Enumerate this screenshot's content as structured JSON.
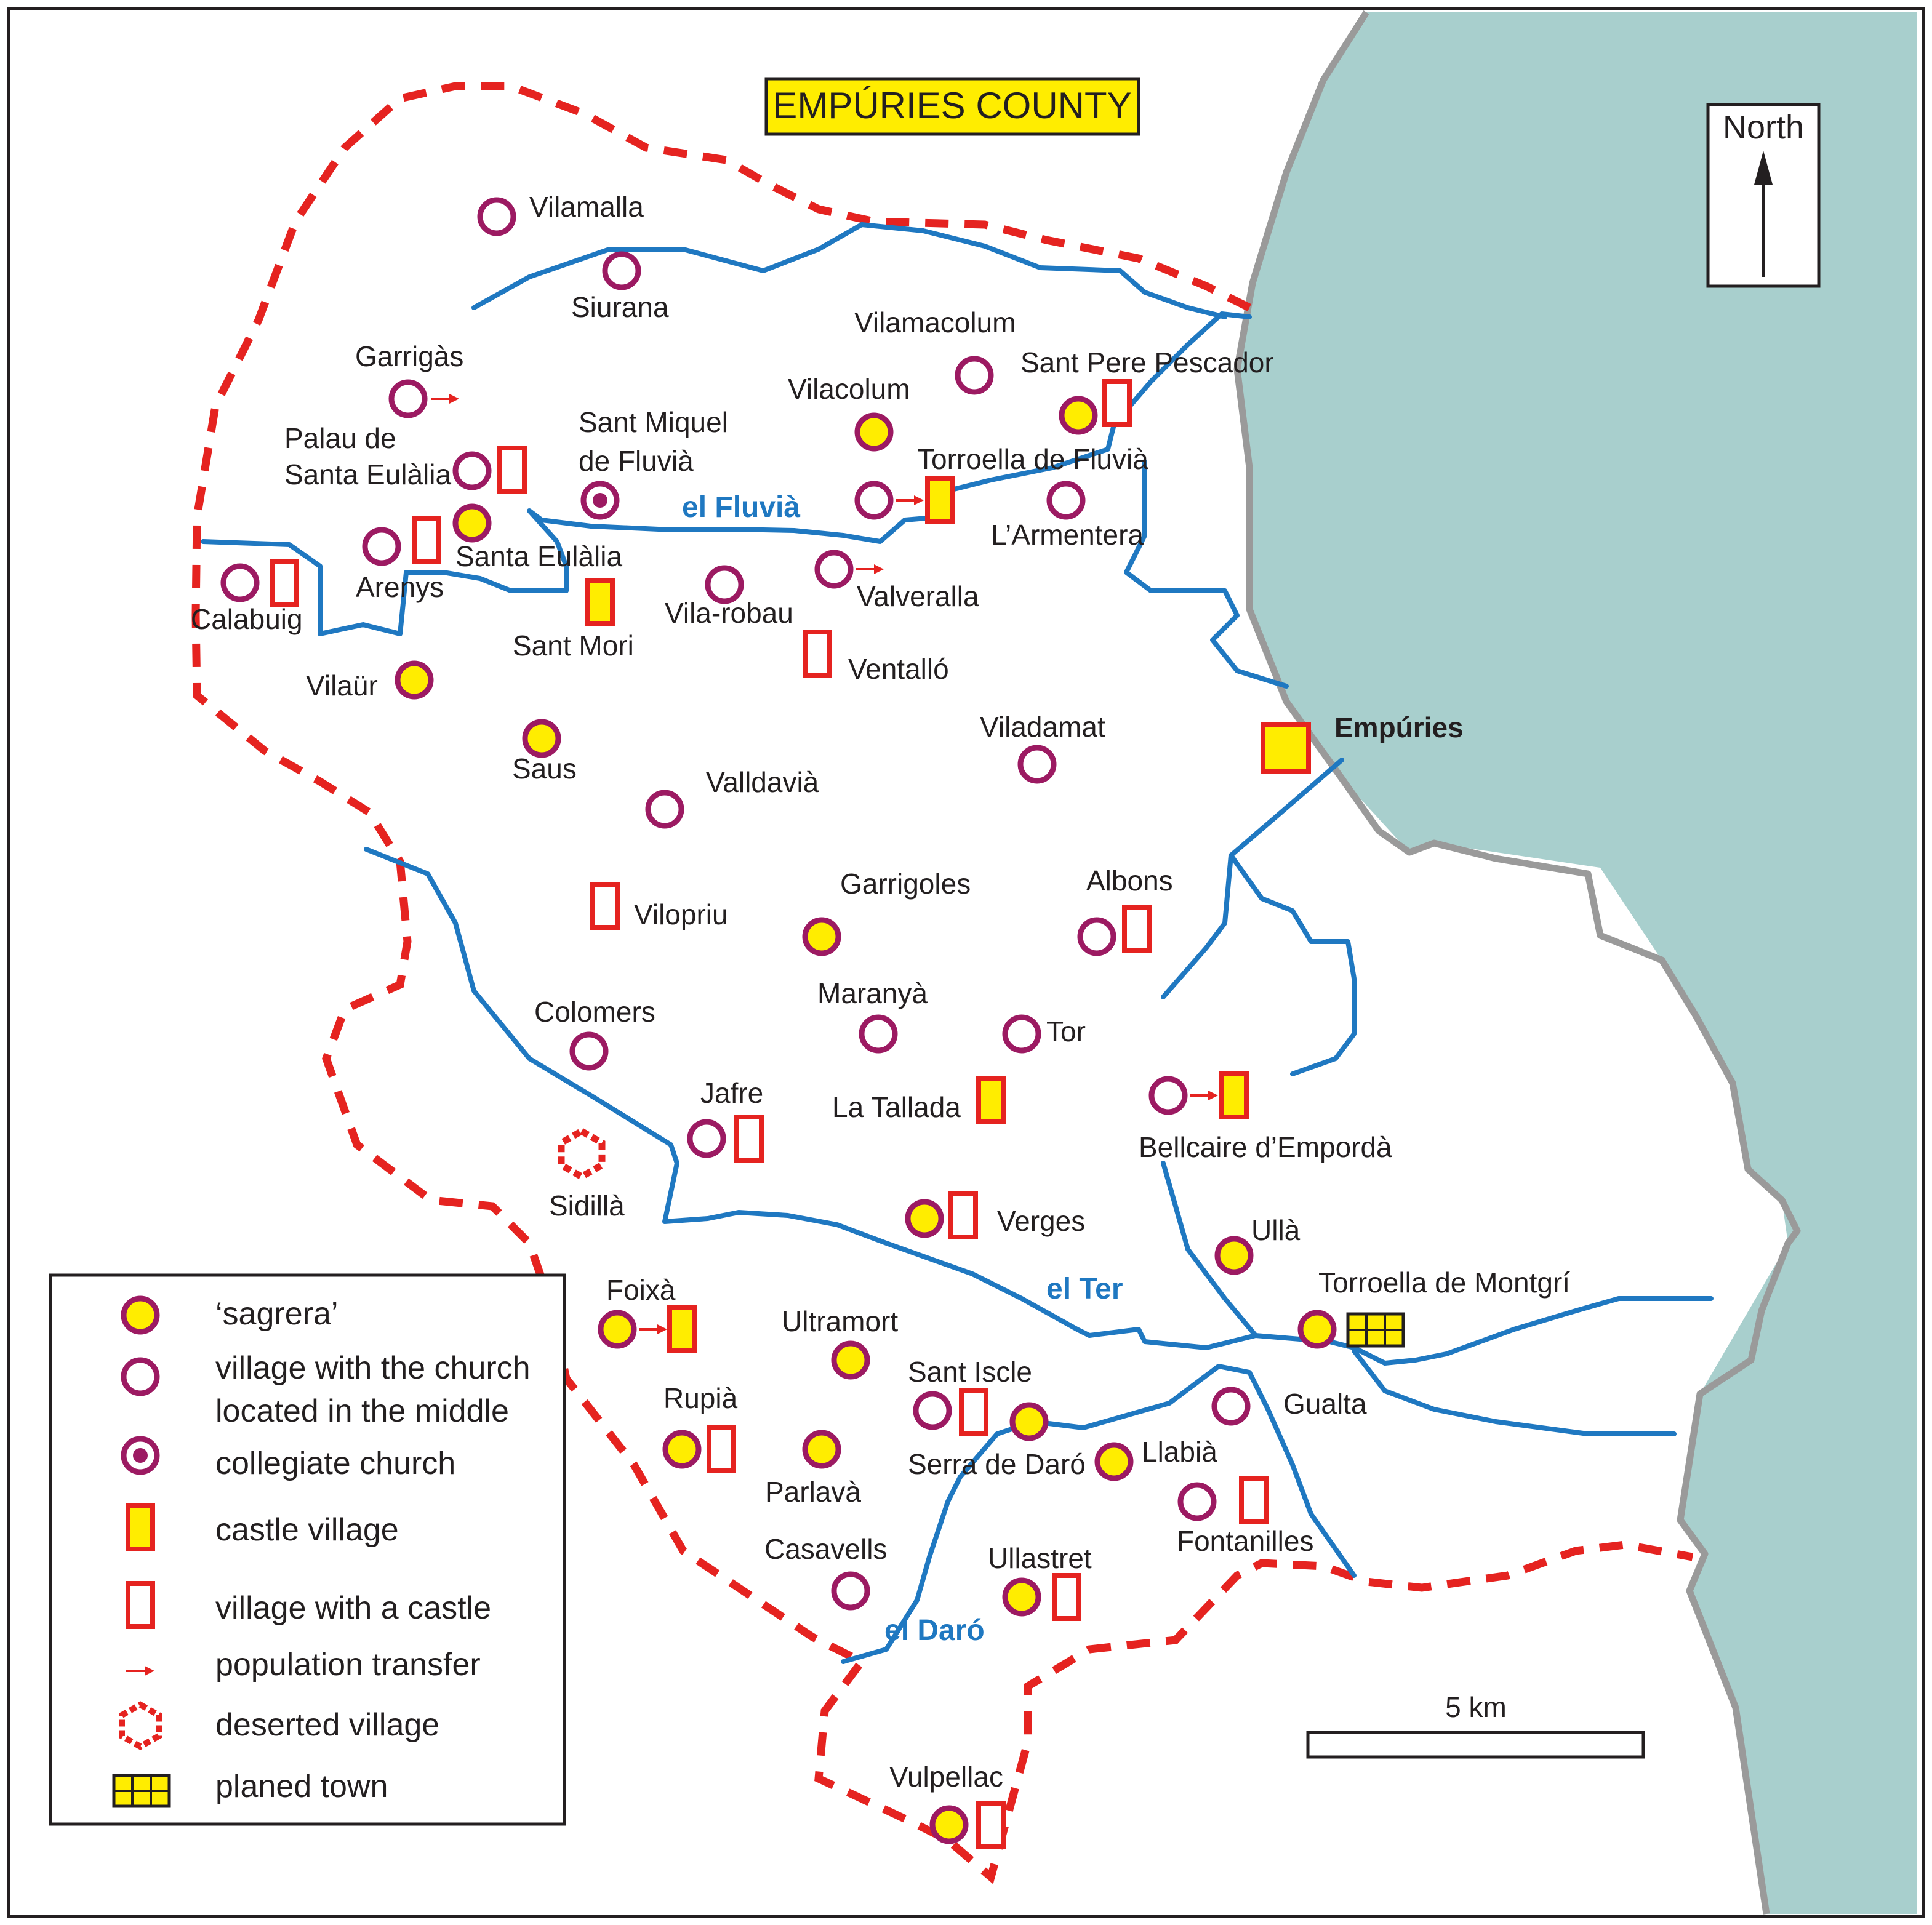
{
  "title": "EMPÚRIES COUNTY",
  "north_label": "North",
  "scale_label": "5 km",
  "colors": {
    "sea": "#a8cfcd",
    "coast": "#9a9a9a",
    "river": "#1f78c1",
    "boundary": "#e52320",
    "marker_ring": "#9c1a62",
    "marker_fill": "#ffed00",
    "castle": "#e52320",
    "title_bg": "#ffed00"
  },
  "rivers": [
    "el Fluvià",
    "el Ter",
    "el Daró"
  ],
  "places": [
    {
      "name": "Vilamalla",
      "type": "church-middle"
    },
    {
      "name": "Siurana",
      "type": "church-middle"
    },
    {
      "name": "Garrigàs",
      "type": "church-middle",
      "transfer": true
    },
    {
      "name": "Vilamacolum",
      "type": "church-middle"
    },
    {
      "name": "Sant Pere Pescador",
      "type": "sagrera",
      "castle": "village-with-castle"
    },
    {
      "name": "Vilacolum",
      "type": "sagrera"
    },
    {
      "name": "Palau de Santa Eulàlia",
      "type": "church-middle",
      "castle": "village-with-castle"
    },
    {
      "name": "Sant Miquel de Fluvià",
      "type": "collegiate"
    },
    {
      "name": "Torroella de Fluvià",
      "type": "church-middle",
      "transfer": true,
      "castle": "castle-village"
    },
    {
      "name": "L'Armentera",
      "type": "church-middle"
    },
    {
      "name": "Santa Eulàlia",
      "type": "sagrera"
    },
    {
      "name": "Arenys",
      "type": "church-middle",
      "castle": "village-with-castle"
    },
    {
      "name": "Calabuig",
      "type": "church-middle",
      "castle": "village-with-castle"
    },
    {
      "name": "Sant Mori",
      "castle": "castle-village"
    },
    {
      "name": "Vila-robau",
      "type": "church-middle"
    },
    {
      "name": "Valveralla",
      "type": "church-middle",
      "transfer": true
    },
    {
      "name": "Ventalló",
      "castle": "village-with-castle"
    },
    {
      "name": "Vilaür",
      "type": "sagrera"
    },
    {
      "name": "Saus",
      "type": "sagrera"
    },
    {
      "name": "Viladamat",
      "type": "church-middle"
    },
    {
      "name": "Empúries",
      "castle": "castle-village"
    },
    {
      "name": "Valldavià",
      "type": "church-middle"
    },
    {
      "name": "Vilopriu",
      "castle": "village-with-castle"
    },
    {
      "name": "Garrigoles",
      "type": "sagrera"
    },
    {
      "name": "Albons",
      "type": "church-middle",
      "castle": "village-with-castle"
    },
    {
      "name": "Colomers",
      "type": "church-middle"
    },
    {
      "name": "Maranyà",
      "type": "church-middle"
    },
    {
      "name": "Tor",
      "type": "church-middle"
    },
    {
      "name": "Jafre",
      "type": "church-middle",
      "castle": "village-with-castle"
    },
    {
      "name": "La Tallada",
      "castle": "castle-village"
    },
    {
      "name": "Bellcaire d'Empordà",
      "type": "church-middle",
      "transfer": true,
      "castle": "castle-village"
    },
    {
      "name": "Sidillà",
      "type": "deserted"
    },
    {
      "name": "Verges",
      "type": "sagrera",
      "castle": "village-with-castle"
    },
    {
      "name": "Ullà",
      "type": "sagrera"
    },
    {
      "name": "Torroella de Montgrí",
      "type": "sagrera",
      "planned": true
    },
    {
      "name": "Foixà",
      "type": "sagrera",
      "transfer": true,
      "castle": "castle-village"
    },
    {
      "name": "Ultramort",
      "type": "sagrera"
    },
    {
      "name": "Sant Iscle",
      "type": "church-middle",
      "castle": "village-with-castle"
    },
    {
      "name": "Gualta",
      "type": "church-middle"
    },
    {
      "name": "Rupià",
      "type": "sagrera",
      "castle": "village-with-castle"
    },
    {
      "name": "Serra de Daró",
      "type": "sagrera"
    },
    {
      "name": "Llabià",
      "type": "sagrera"
    },
    {
      "name": "Parlavà",
      "type": "sagrera"
    },
    {
      "name": "Fontanilles",
      "type": "church-middle",
      "castle": "village-with-castle"
    },
    {
      "name": "Casavells",
      "type": "church-middle"
    },
    {
      "name": "Ullastret",
      "type": "sagrera",
      "castle": "village-with-castle"
    },
    {
      "name": "Vulpellac",
      "type": "sagrera",
      "castle": "village-with-castle"
    }
  ],
  "labels": {
    "palau_1": "Palau de",
    "palau_2": "Santa Eulàlia",
    "smiquel_1": "Sant Miquel",
    "smiquel_2": "de Fluvià",
    "vilamalla": "Vilamalla",
    "siurana": "Siurana",
    "garrigas": "Garrigàs",
    "vilamacolum": "Vilamacolum",
    "santpere": "Sant Pere Pescador",
    "vilacolum": "Vilacolum",
    "torroella_fluvia": "Torroella de Fluvià",
    "armentera": "L’Armentera",
    "santa_eulalia": "Santa Eulàlia",
    "arenys": "Arenys",
    "calabuig": "Calabuig",
    "sant_mori": "Sant Mori",
    "vila_robau": "Vila-robau",
    "valveralla": "Valveralla",
    "ventallo": "Ventalló",
    "vilaur": "Vilaür",
    "saus": "Saus",
    "viladamat": "Viladamat",
    "empuries": "Empúries",
    "valldavia": "Valldavià",
    "vilopriu": "Vilopriu",
    "garrigoles": "Garrigoles",
    "albons": "Albons",
    "colomers": "Colomers",
    "maranya": "Maranyà",
    "tor": "Tor",
    "jafre": "Jafre",
    "la_tallada": "La Tallada",
    "bellcaire": "Bellcaire d’Empordà",
    "sidilla": "Sidillà",
    "verges": "Verges",
    "ulla": "Ullà",
    "torroella_montgri": "Torroella de Montgrí",
    "foixa": "Foixà",
    "ultramort": "Ultramort",
    "sant_iscle": "Sant Iscle",
    "gualta": "Gualta",
    "rupia": "Rupià",
    "serra_daro": "Serra de Daró",
    "llabia": "Llabià",
    "parlava": "Parlavà",
    "fontanilles": "Fontanilles",
    "casavells": "Casavells",
    "ullastret": "Ullastret",
    "vulpellac": "Vulpellac",
    "river_fluvia": "el Fluvià",
    "river_ter": "el Ter",
    "river_daro": "el Daró"
  },
  "legend": [
    {
      "symbol": "sagrera",
      "label": "‘sagrera’"
    },
    {
      "symbol": "church-middle",
      "label_1": "village with the church",
      "label_2": "located in the middle"
    },
    {
      "symbol": "collegiate",
      "label": "collegiate church"
    },
    {
      "symbol": "castle-village",
      "label": "castle village"
    },
    {
      "symbol": "village-with-castle",
      "label": "village with a castle"
    },
    {
      "symbol": "population-transfer",
      "label": "population transfer"
    },
    {
      "symbol": "deserted-village",
      "label": "deserted village"
    },
    {
      "symbol": "planned-town",
      "label": "planed town"
    }
  ]
}
